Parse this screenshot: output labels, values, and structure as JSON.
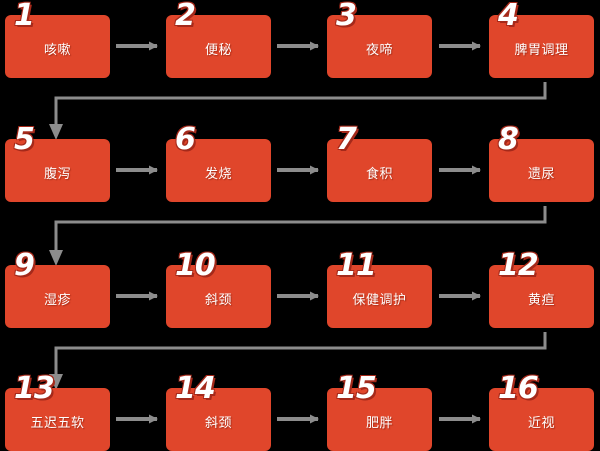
{
  "diagram": {
    "title": "",
    "background_color": "#000000",
    "node_color": "#E0462B",
    "node_number_color": "#FFFFFF",
    "node_number_shadow_color": "#A5291A",
    "connector_color": "#8C8C8C",
    "label_color": "#FFFFFF",
    "columns": 4,
    "rows": 4,
    "flow_direction": "left-to-right, serpentine wrap"
  },
  "nodes": [
    {
      "number": "1",
      "label": "咳嗽"
    },
    {
      "number": "2",
      "label": "便秘"
    },
    {
      "number": "3",
      "label": "夜啼"
    },
    {
      "number": "4",
      "label": "脾胃调理"
    },
    {
      "number": "5",
      "label": "腹泻"
    },
    {
      "number": "6",
      "label": "发烧"
    },
    {
      "number": "7",
      "label": "食积"
    },
    {
      "number": "8",
      "label": "遗尿"
    },
    {
      "number": "9",
      "label": "湿疹"
    },
    {
      "number": "10",
      "label": "斜颈"
    },
    {
      "number": "11",
      "label": "保健调护"
    },
    {
      "number": "12",
      "label": "黄疸"
    },
    {
      "number": "13",
      "label": "五迟五软"
    },
    {
      "number": "14",
      "label": "斜颈"
    },
    {
      "number": "15",
      "label": "肥胖"
    },
    {
      "number": "16",
      "label": "近视"
    }
  ],
  "connectors": {
    "horizontal_label": "arrow-right",
    "wrap_label": "arrow-wrap-down"
  }
}
